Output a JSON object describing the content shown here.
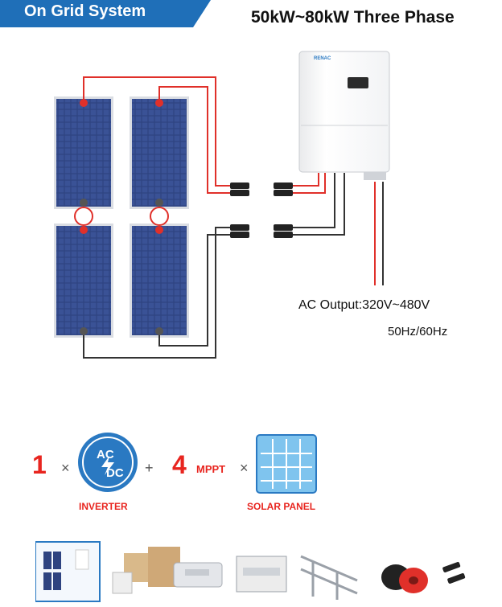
{
  "header": {
    "banner_label": "On Grid System",
    "title": "50kW~80kW Three Phase"
  },
  "inverter": {
    "brand": "RENAC",
    "ac_output": "AC Output:320V~480V",
    "frequency": "50Hz/60Hz"
  },
  "equation": {
    "inverter_count": "1",
    "times_1": "×",
    "ac": "AC",
    "dc": "DC",
    "plus": "+",
    "mppt_count": "4",
    "mppt_label": "MPPT",
    "times_2": "×",
    "inverter_caption": "INVERTER",
    "panel_caption": "SOLAR PANEL"
  },
  "colors": {
    "banner": "#1f6fb8",
    "accent_red": "#e8251f",
    "wire_red": "#e0302a",
    "wire_dark": "#333333",
    "panel_blue": "#2a3f7a",
    "icon_blue": "#2a79c2"
  },
  "accessories": [
    {
      "icon": "system-diagram-thumb"
    },
    {
      "icon": "inverter-box-thumb"
    },
    {
      "icon": "combiner-box-thumb"
    },
    {
      "icon": "distribution-box-thumb"
    },
    {
      "icon": "mounting-rack-thumb"
    },
    {
      "icon": "cable-reel-thumb"
    },
    {
      "icon": "mc4-connector-thumb"
    }
  ]
}
